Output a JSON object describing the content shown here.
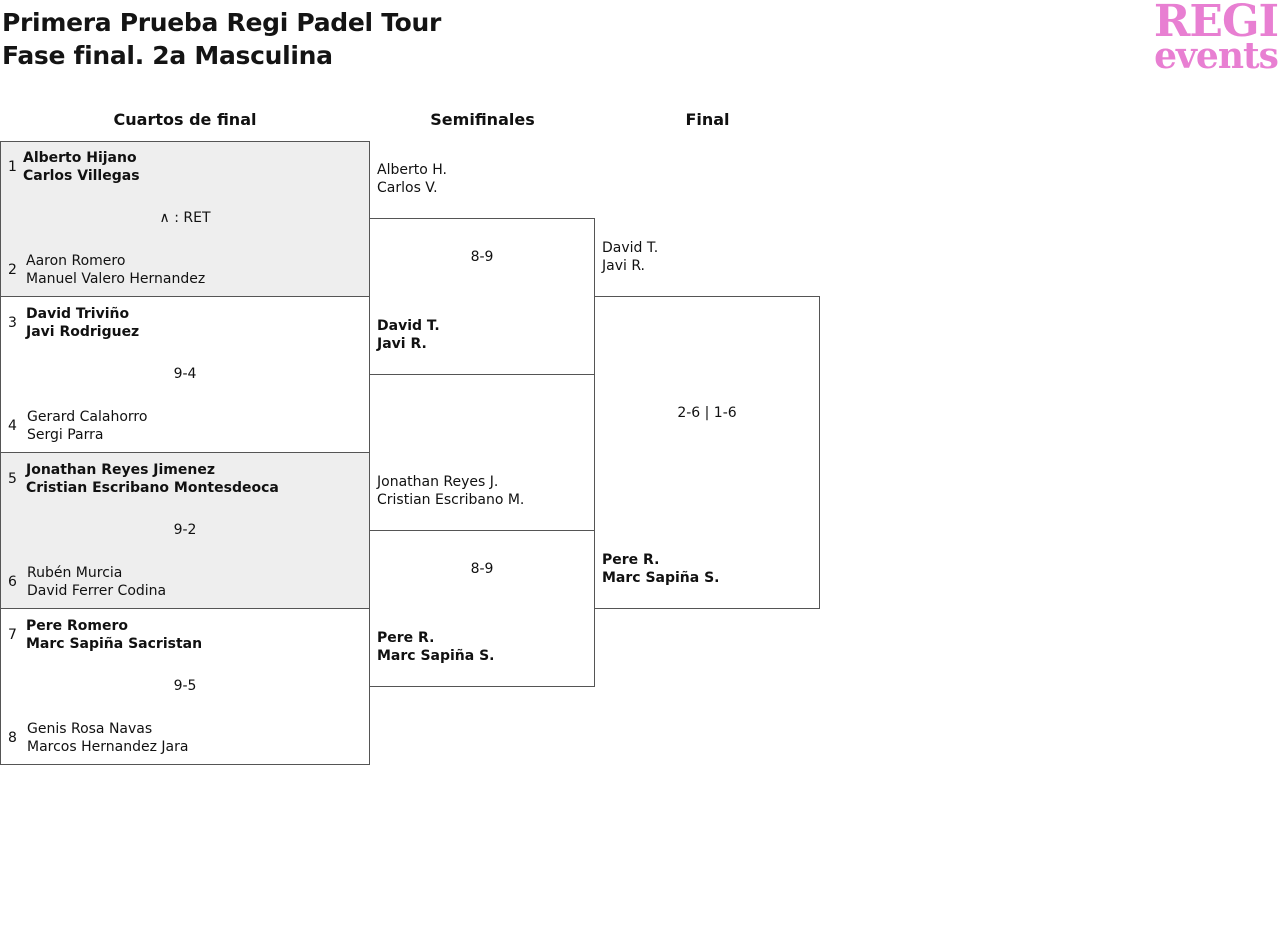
{
  "header": {
    "title_line1": "Primera Prueba Regi Padel Tour",
    "title_line2": "Fase final. 2a Masculina",
    "logo_line1": "REGI",
    "logo_line2": "events",
    "logo_color": "#e87fd2"
  },
  "columns": {
    "quarters": "Cuartos de final",
    "semis": "Semifinales",
    "final": "Final"
  },
  "quarters": [
    {
      "seed_a": "1",
      "a1": "Alberto Hijano",
      "a2": "Carlos Villegas",
      "score": "∧ : RET",
      "seed_b": "2",
      "b1": "Aaron Romero",
      "b2": "Manuel Valero Hernandez"
    },
    {
      "seed_a": "3",
      "a1": "David Triviño",
      "a2": "Javi Rodriguez",
      "score": "9-4",
      "seed_b": "4",
      "b1": "Gerard Calahorro",
      "b2": "Sergi Parra"
    },
    {
      "seed_a": "5",
      "a1": "Jonathan Reyes Jimenez",
      "a2": "Cristian Escribano Montesdeoca",
      "score": "9-2",
      "seed_b": "6",
      "b1": "Rubén Murcia",
      "b2": "David Ferrer Codina"
    },
    {
      "seed_a": "7",
      "a1": "Pere Romero",
      "a2": "Marc Sapiña Sacristan",
      "score": "9-5",
      "seed_b": "8",
      "b1": "Genis Rosa Navas",
      "b2": "Marcos Hernandez Jara"
    }
  ],
  "semis": [
    {
      "a1": "Alberto H.",
      "a2": "Carlos V.",
      "score": "8-9",
      "b1": "David T.",
      "b2": "Javi R."
    },
    {
      "a1": "Jonathan Reyes J.",
      "a2": "Cristian Escribano M.",
      "score": "8-9",
      "b1": "Pere R.",
      "b2": "Marc Sapiña S."
    }
  ],
  "final": {
    "a1": "David T.",
    "a2": "Javi R.",
    "score": "2-6 | 1-6",
    "b1": "Pere R.",
    "b2": "Marc Sapiña S."
  }
}
